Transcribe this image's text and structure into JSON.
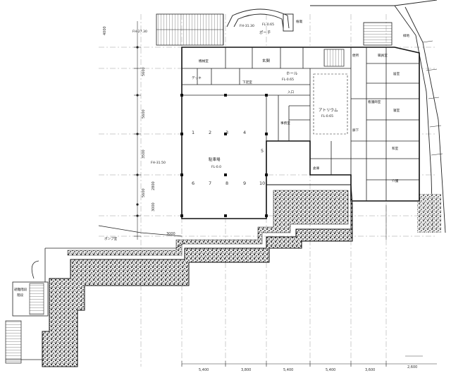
{
  "rooms": {
    "porch": "ポーチ",
    "entrance": "玄関",
    "hall": "ホール",
    "hall_level": "FL-0.65",
    "atrium": "アトリウム",
    "atrium_level": "FL-0.65",
    "parking": "駐車場 ",
    "parking_level": "FL-0.0",
    "lower_entrance": "下足室",
    "office": "事務室",
    "nurse": "看護師室",
    "staff": "職員室",
    "toilet": "便所",
    "storage": "倉庫",
    "bedroom_a": "居室",
    "bedroom_b": "寝室",
    "tatami": "和室",
    "care": "介護",
    "porch_level": "FL-0.65",
    "north_stair_level": "FH-27.30",
    "porch_top_level": "FH-31.30",
    "west_level": "FH-31.50",
    "bldg_label": "階段",
    "pump_room": "ポンプ室",
    "evac_stair": "避難階段",
    "garden": "植栽",
    "green": "緑地",
    "mech": "機械室",
    "corridor": "廊下",
    "deck": "デッキ",
    "entry_label": "入口"
  },
  "dimensions": {
    "d1": "4000",
    "d2": "5600",
    "d3": "5600",
    "d4": "3500",
    "d5": "5600",
    "d6": "3000",
    "d7": "2800",
    "d8": "3000",
    "b1": "5,400",
    "b2": "3,800",
    "b3": "5,400",
    "b4": "5,400",
    "b5": "3,600",
    "b6": "2,600"
  },
  "parking_numbers": [
    "1",
    "2",
    "3",
    "4",
    "5",
    "6",
    "7",
    "8",
    "9",
    "10"
  ],
  "colors": {
    "line": "#1a1a1a",
    "hatch": "#3a3a3a",
    "paper": "#ffffff"
  }
}
